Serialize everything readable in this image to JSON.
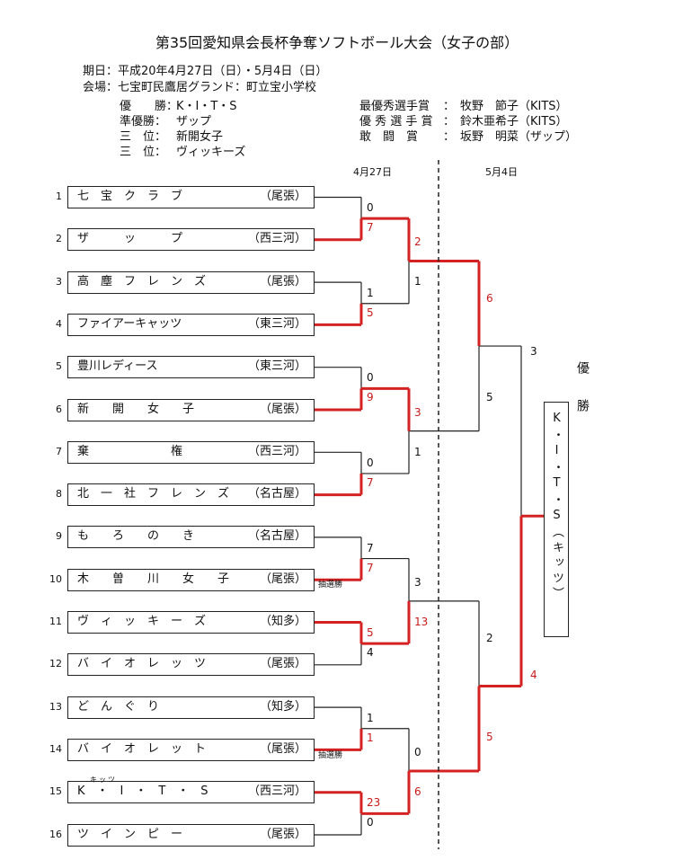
{
  "title": "第35回愛知県会長杯争奪ソフトボール大会（女子の部）",
  "period": "期日：平成20年4月27日（日）・5月4日（日）",
  "venue": "会場：七宝町民鷹居グランド：町立宝小学校",
  "results": {
    "winner": {
      "label": "優　　勝：",
      "value": "K・I・T・S"
    },
    "runner_up": {
      "label": "準優勝：",
      "value": "ザップ"
    },
    "third_1": {
      "label": "三　位：",
      "value": "新開女子"
    },
    "third_2": {
      "label": "三　位：",
      "value": "ヴィッキーズ"
    }
  },
  "awards": {
    "mvp": {
      "label": "最優秀選手賞",
      "sep": "：",
      "value": "牧野　節子（KITS）"
    },
    "outstanding": {
      "label": "優 秀 選 手 賞",
      "sep": "：",
      "value": "鈴木亜希子（KITS）"
    },
    "fighting": {
      "label": "敢　闘　賞",
      "sep": "：",
      "value": "坂野　明菜（ザップ）"
    }
  },
  "dates": {
    "round1": "4月27日",
    "round2": "5月4日"
  },
  "teams": [
    {
      "seed": "1",
      "name": "七　宝　ク　ラ　ブ",
      "region": "（尾張）"
    },
    {
      "seed": "2",
      "name": "ザ　　　ッ　　　プ",
      "region": "（西三河）"
    },
    {
      "seed": "3",
      "name": "高　塵　フ　レ　ン　ズ",
      "region": "（尾張）"
    },
    {
      "seed": "4",
      "name": "ファイアーキャッツ",
      "region": "（東三河）"
    },
    {
      "seed": "5",
      "name": "豊川レディース",
      "region": "（東三河）"
    },
    {
      "seed": "6",
      "name": "新　　開　　女　　子",
      "region": "（尾張）"
    },
    {
      "seed": "7",
      "name": "棄　　　　　　　権",
      "region": "（西三河）"
    },
    {
      "seed": "8",
      "name": "北　一　社　フ　レ　ン　ズ",
      "region": "（名古屋）"
    },
    {
      "seed": "9",
      "name": "も　　ろ　　の　　き",
      "region": "（名古屋）"
    },
    {
      "seed": "10",
      "name": "木　　曽　　川　　女　　子",
      "region": "（尾張）"
    },
    {
      "seed": "11",
      "name": "ヴ　ィ　ッ　キ　ー　ズ",
      "region": "（知多）"
    },
    {
      "seed": "12",
      "name": "バ　イ　オ　レ　ッ　ツ",
      "region": "（尾張）"
    },
    {
      "seed": "13",
      "name": "ど　ん　ぐ　り",
      "region": "（知多）"
    },
    {
      "seed": "14",
      "name": "バ　イ　オ　レ　ッ　ト",
      "region": "（尾張）"
    },
    {
      "seed": "15",
      "name": "K　・　I　・　T　・　S",
      "region": "（西三河）"
    },
    {
      "seed": "16",
      "name": "ツ　イ　ン　ピ　ー",
      "region": "（尾張）"
    }
  ],
  "ruby_kits": "キッツ",
  "champion_label": "優勝",
  "champion_box": "K・I・T・S（キッツ）",
  "lottery_note": "抽選勝",
  "scores": {
    "r1": [
      {
        "top": "0",
        "bot": "7"
      },
      {
        "top": "1",
        "bot": "5"
      },
      {
        "top": "0",
        "bot": "9"
      },
      {
        "top": "0",
        "bot": "7"
      },
      {
        "top": "7",
        "bot": "7"
      },
      {
        "top": "5",
        "bot": "4"
      },
      {
        "top": "1",
        "bot": "1"
      },
      {
        "top": "23",
        "bot": "0"
      }
    ],
    "qf": [
      {
        "top": "2",
        "bot": "1"
      },
      {
        "top": "3",
        "bot": "1"
      },
      {
        "top": "3",
        "bot": "13"
      },
      {
        "top": "0",
        "bot": "6"
      }
    ],
    "sf": [
      {
        "top": "6",
        "bot": "5"
      },
      {
        "top": "2",
        "bot": "5"
      }
    ],
    "final": {
      "top": "3",
      "bot": "4"
    }
  },
  "colors": {
    "win_line": "#d42222",
    "line": "#222222",
    "win_score": "#c81a1a"
  }
}
